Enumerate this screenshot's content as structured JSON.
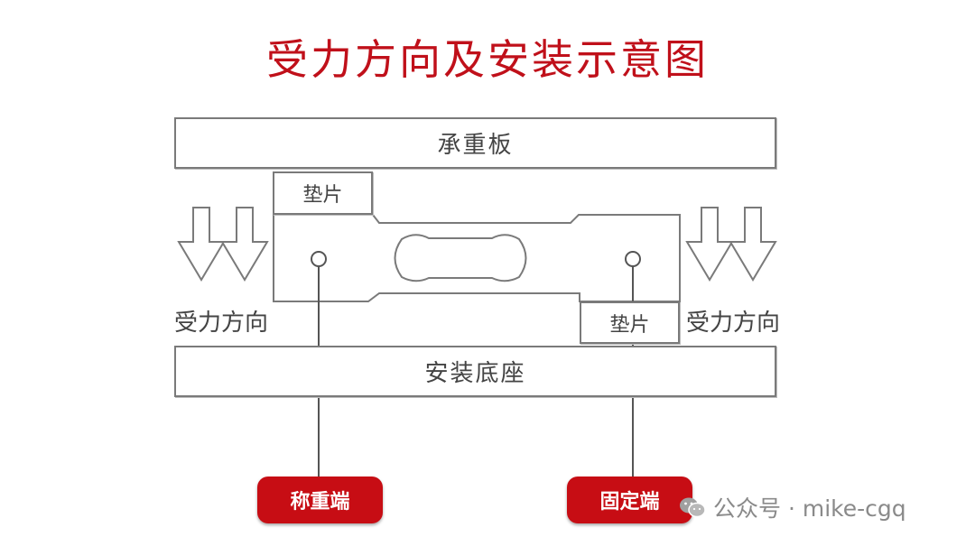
{
  "title": "受力方向及安装示意图",
  "labels": {
    "load_plate": "承重板",
    "shim_top": "垫片",
    "shim_bottom": "垫片",
    "base": "安装底座",
    "force_direction_left": "受力方向",
    "force_direction_right": "受力方向",
    "weighing_end": "称重端",
    "fixed_end": "固定端"
  },
  "watermark": {
    "text": "公众号 · mike-cgq",
    "icon": "wechat-icon"
  },
  "colors": {
    "title": "#c0101a",
    "pill": "#c70d14",
    "outline": "#7a7a7a",
    "label_text": "#444444",
    "watermark": "#8a8a8a"
  }
}
